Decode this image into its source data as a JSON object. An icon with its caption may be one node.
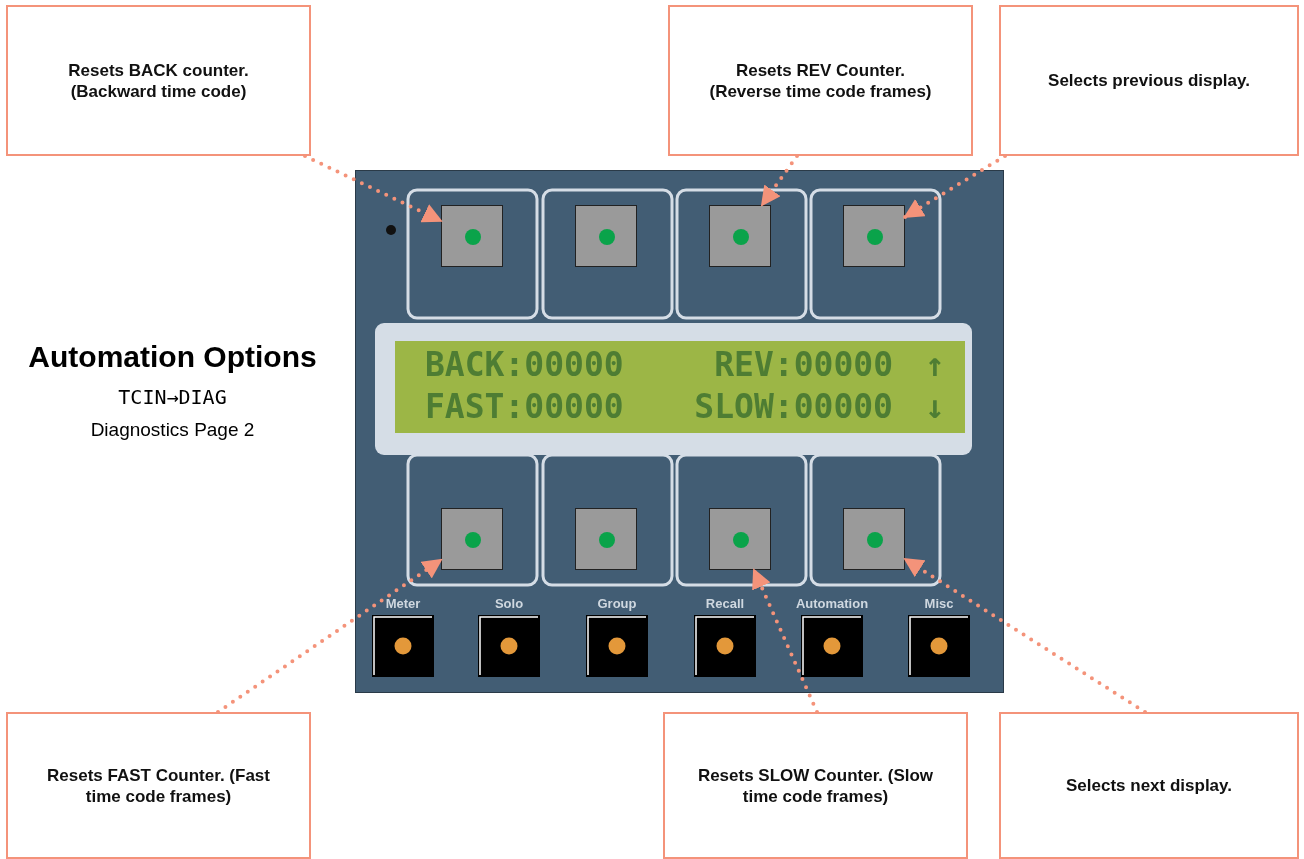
{
  "diagram": {
    "title": "Automation Options",
    "nodes": [
      {
        "text": [
          "Resets BACK counter. (Backward time code)"
        ]
      },
      {
        "text": [
          "Resets REV Counter. (Reverse time code frames)"
        ]
      },
      {
        "text": [
          "Selects previous display."
        ]
      },
      {
        "text": [],
        "shape": "box"
      },
      {
        "text": [
          "BACK:00000",
          "REV:00000",
          "↑",
          "FAST:00000",
          "SLOW:00000",
          "↓"
        ],
        "in": 3
      },
      {
        "text": [],
        "shape": "box",
        "in": 3
      },
      {
        "text": [],
        "shape": "box",
        "in": 3
      },
      {
        "text": [],
        "shape": "box",
        "in": 3
      },
      {
        "text": [],
        "shape": "box",
        "in": 3
      },
      {
        "text": [],
        "shape": "box",
        "in": 3
      },
      {
        "text": [],
        "shape": "box",
        "in": 3
      },
      {
        "text": [],
        "shape": "box",
        "in": 3
      },
      {
        "text": [],
        "shape": "box",
        "in": 3
      },
      {
        "text": [
          "Resets FAST Counter. (Fast time code frames)"
        ]
      },
      {
        "text": [
          "Resets SLOW Counter. (Slow time code frames)"
        ]
      },
      {
        "text": [
          "Selects next display."
        ]
      }
    ],
    "edges": [
      {
        "from": 0,
        "to": 5,
        "arrow": "to"
      },
      {
        "from": 1,
        "to": 7,
        "arrow": "to"
      },
      {
        "from": 2,
        "to": 8,
        "arrow": "to"
      },
      {
        "from": 13,
        "to": 9,
        "arrow": "to"
      },
      {
        "from": 14,
        "to": 11,
        "arrow": "to"
      },
      {
        "from": 15,
        "to": 12,
        "arrow": "to"
      }
    ],
    "labels": [
      "TCIN→DIAG",
      "Diagnostics Page 2",
      "Meter",
      "Solo",
      "Group",
      "Recall",
      "Automation",
      "Misc"
    ]
  }
}
